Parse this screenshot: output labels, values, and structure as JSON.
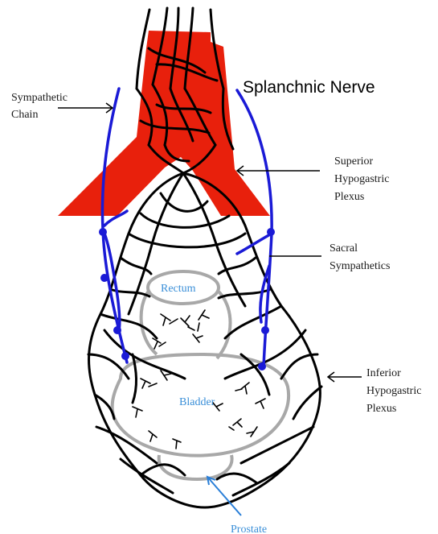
{
  "labels": {
    "sympathetic_chain": [
      "Sympathetic",
      "Chain"
    ],
    "splanchnic_nerve": "Splanchnic Nerve",
    "superior_hypogastric_plexus": [
      "Superior",
      "Hypogastric",
      "Plexus"
    ],
    "sacral_sympathetics": [
      "Sacral",
      "Sympathetics"
    ],
    "rectum": "Rectum",
    "bladder": "Bladder",
    "inferior_hypogastric_plexus": [
      "Inferior",
      "Hypogastric",
      "Plexus"
    ],
    "prostate": "Prostate"
  },
  "colors": {
    "plexus_red": "#e8200c",
    "chain_blue": "#1a1ad6",
    "organ_gray": "#a8a8a8",
    "organ_label_blue": "#3a8fd8",
    "prostate_arrow_blue": "#2a7fd8"
  }
}
